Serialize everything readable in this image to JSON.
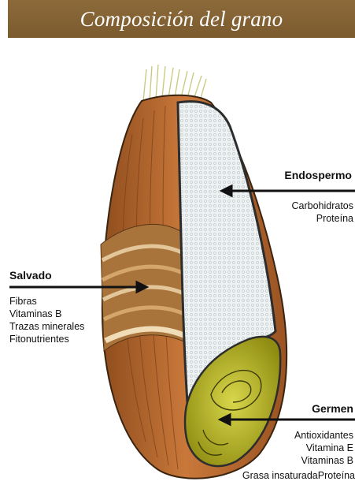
{
  "title": "Composición del grano",
  "colors": {
    "banner": "#7b5a2e",
    "bran": "#b5672e",
    "endosperm": "#e9eef0",
    "germ": "#b3b21c"
  },
  "labels": {
    "endosperm": {
      "heading": "Endospermo",
      "items": [
        "Carbohidratos",
        "Proteína"
      ]
    },
    "bran": {
      "heading": "Salvado",
      "items": [
        "Fibras",
        "Vitaminas B",
        "Trazas minerales",
        "Fitonutrientes"
      ]
    },
    "germ": {
      "heading": "Germen",
      "items": [
        "Antioxidantes",
        "Vitamina E",
        "Vitaminas B",
        "Grasa insaturadaProteína"
      ]
    }
  }
}
